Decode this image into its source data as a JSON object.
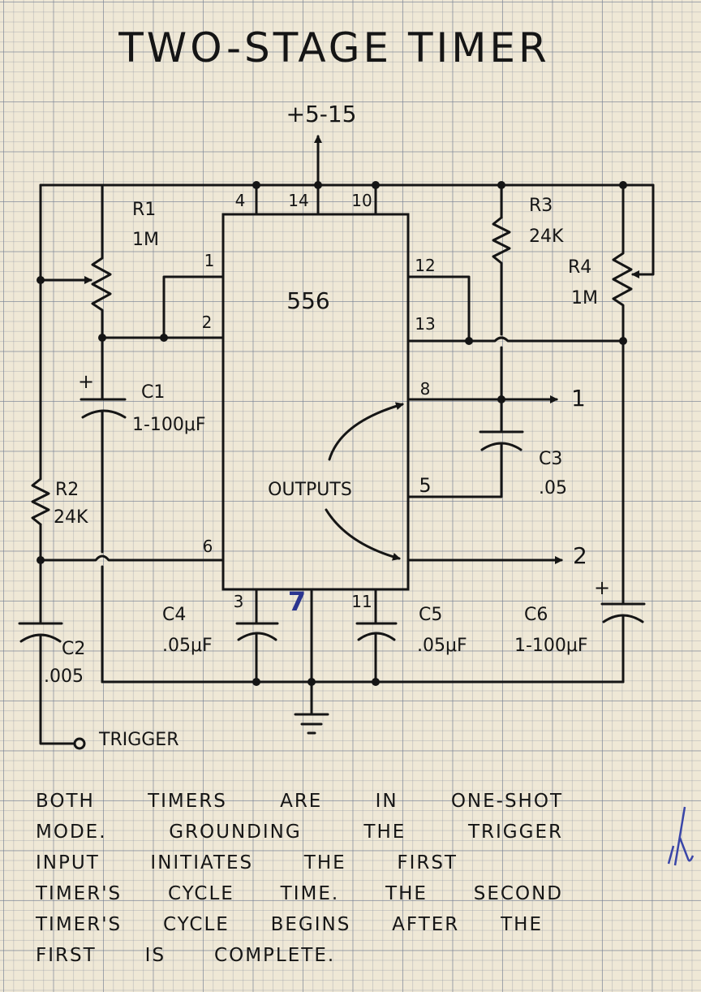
{
  "title": "TWO-STAGE TIMER",
  "supply_label": "+5-15",
  "ic": {
    "label": "556",
    "outputs_label": "OUTPUTS"
  },
  "pins": {
    "p1": "1",
    "p2": "2",
    "p3": "3",
    "p4": "4",
    "p5": "5",
    "p6": "6",
    "p7": "7",
    "p8": "8",
    "p10": "10",
    "p11": "11",
    "p12": "12",
    "p13": "13",
    "p14": "14"
  },
  "components": {
    "r1_name": "R1",
    "r1_value": "1M",
    "r2_name": "R2",
    "r2_value": "24K",
    "r3_name": "R3",
    "r3_value": "24K",
    "r4_name": "R4",
    "r4_value": "1M",
    "c1_name": "C1",
    "c1_value": "1-100μF",
    "c2_name": "C2",
    "c2_value": ".005",
    "c3_name": "C3",
    "c3_value": ".05",
    "c4_name": "C4",
    "c4_value": ".05μF",
    "c5_name": "C5",
    "c5_value": ".05μF",
    "c6_name": "C6",
    "c6_value": "1-100μF",
    "plus": "+"
  },
  "outputs": {
    "out1": "1",
    "out2": "2"
  },
  "trigger_label": "TRIGGER",
  "description": {
    "lines": [
      [
        "BOTH",
        "TIMERS",
        "ARE",
        "IN",
        "ONE-SHOT"
      ],
      [
        "MODE.",
        "GROUNDING",
        "THE",
        "TRIGGER"
      ],
      [
        "INPUT",
        "INITIATES",
        "THE",
        "FIRST"
      ],
      [
        "TIMER'S",
        "CYCLE",
        "TIME.",
        "THE",
        "SECOND"
      ],
      [
        "TIMER'S",
        "CYCLE",
        "BEGINS",
        "AFTER",
        "THE"
      ],
      [
        "FIRST",
        "IS",
        "COMPLETE."
      ]
    ]
  },
  "colors": {
    "paper": "#efe8d6",
    "ink": "#151515",
    "blue_ink": "#2b3590"
  }
}
